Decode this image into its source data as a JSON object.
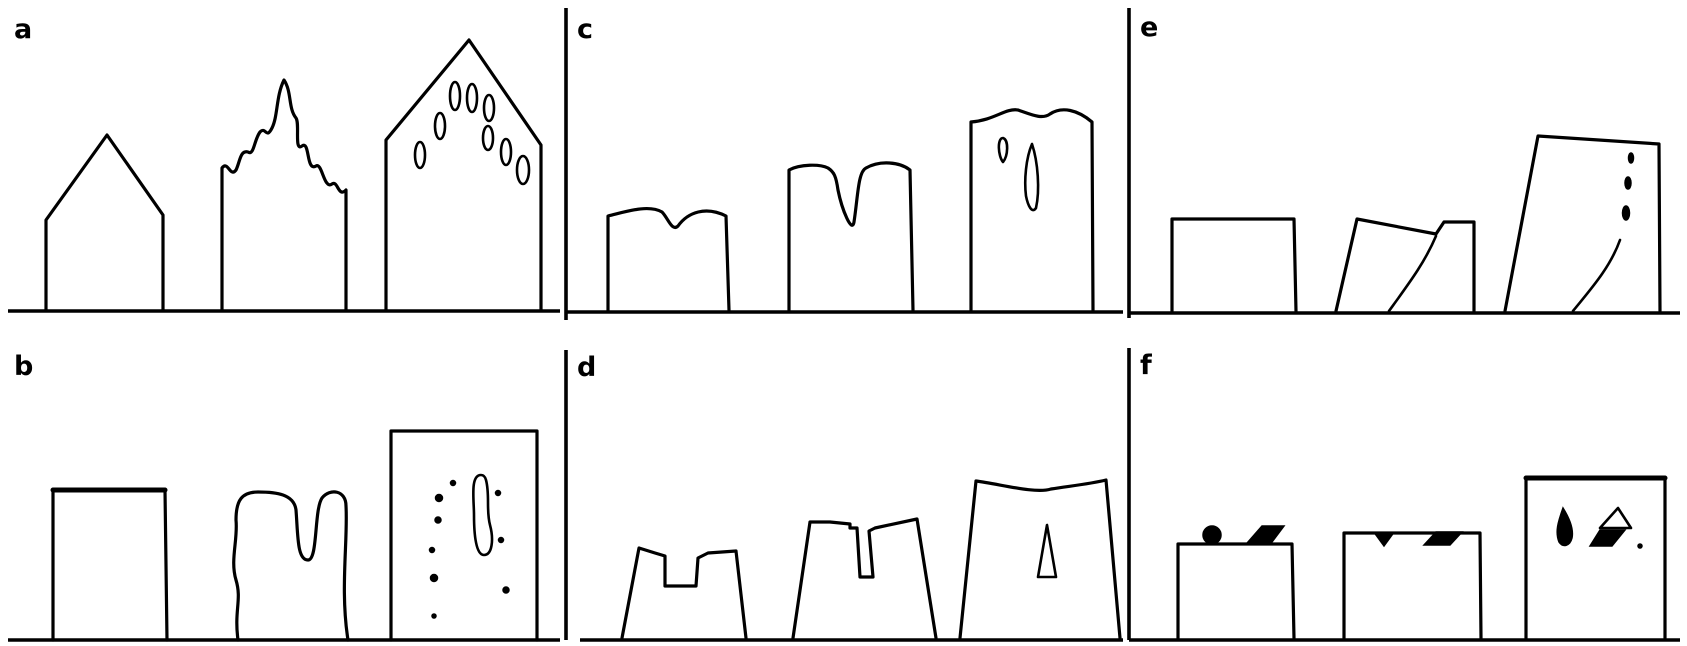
{
  "panels": [
    {
      "id": "a",
      "label": "a"
    },
    {
      "id": "b",
      "label": "b"
    },
    {
      "id": "c",
      "label": "c"
    },
    {
      "id": "d",
      "label": "d"
    },
    {
      "id": "e",
      "label": "e"
    },
    {
      "id": "f",
      "label": "f"
    }
  ]
}
